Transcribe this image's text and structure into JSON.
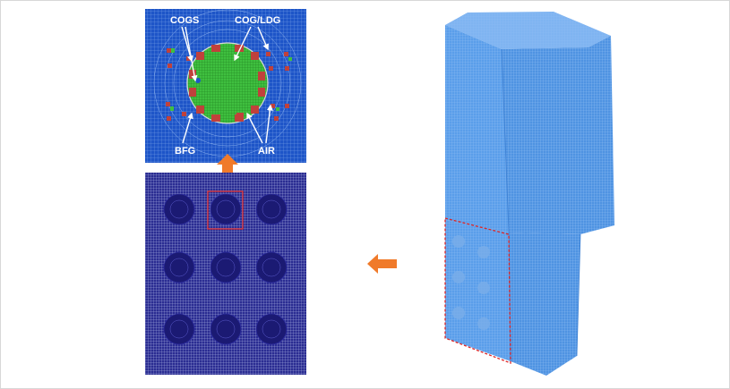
{
  "diagram": {
    "zoom_labels": {
      "cogs": "COGS",
      "cog_ldg": "COG/LDG",
      "bfg": "BFG",
      "air": "AIR"
    },
    "colors": {
      "mesh_blue_bg": "#1e55c8",
      "mesh_dark_panel": "#2b2d92",
      "mesh_dark_disc": "#1b1a73",
      "cylinder_green": "#3fbf3f",
      "cogs_red": "#c0413b",
      "block_blue": "#5a9eea",
      "arrow_orange": "#f07a2a",
      "dashed_red": "#e02424"
    }
  }
}
